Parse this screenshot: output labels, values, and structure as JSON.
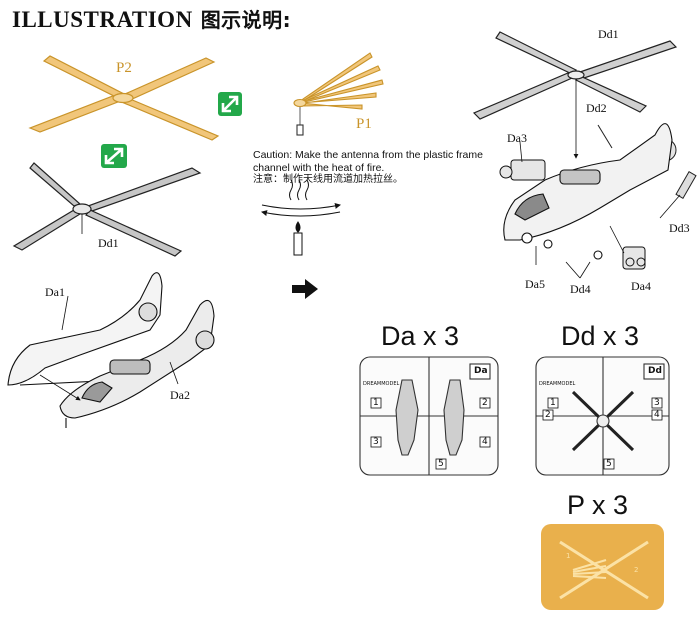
{
  "header": {
    "title_en": "ILLUSTRATION",
    "title_cn": "图示说明:"
  },
  "labels": {
    "p2": "P2",
    "p1": "P1",
    "dd1_left": "Dd1",
    "dd1_right": "Dd1",
    "dd2": "Dd2",
    "dd3": "Dd3",
    "dd4": "Dd4",
    "da1": "Da1",
    "da2": "Da2",
    "da3": "Da3",
    "da4": "Da4",
    "da5": "Da5"
  },
  "caution": {
    "en": "Caution: Make the antenna from the plastic frame channel with the heat of fire.",
    "cn": "注意：制作天线用流道加热拉丝。"
  },
  "sprues": {
    "da": {
      "title": "Da x 3",
      "tag": "Da",
      "brand": "DREAMMODEL",
      "numbers": [
        "1",
        "2",
        "3",
        "4",
        "5"
      ]
    },
    "dd": {
      "title": "Dd x 3",
      "tag": "Dd",
      "brand": "DREAMMODEL",
      "numbers": [
        "1",
        "2",
        "3",
        "4",
        "5"
      ]
    },
    "p": {
      "title": "P x 3",
      "numbers": [
        "1",
        "2"
      ]
    }
  },
  "colors": {
    "gold": "#e9b04c",
    "gold_dark": "#c9942a",
    "green": "#23a84a",
    "line": "#1a1a1a",
    "sprue_grey": "#bdbdbd"
  }
}
